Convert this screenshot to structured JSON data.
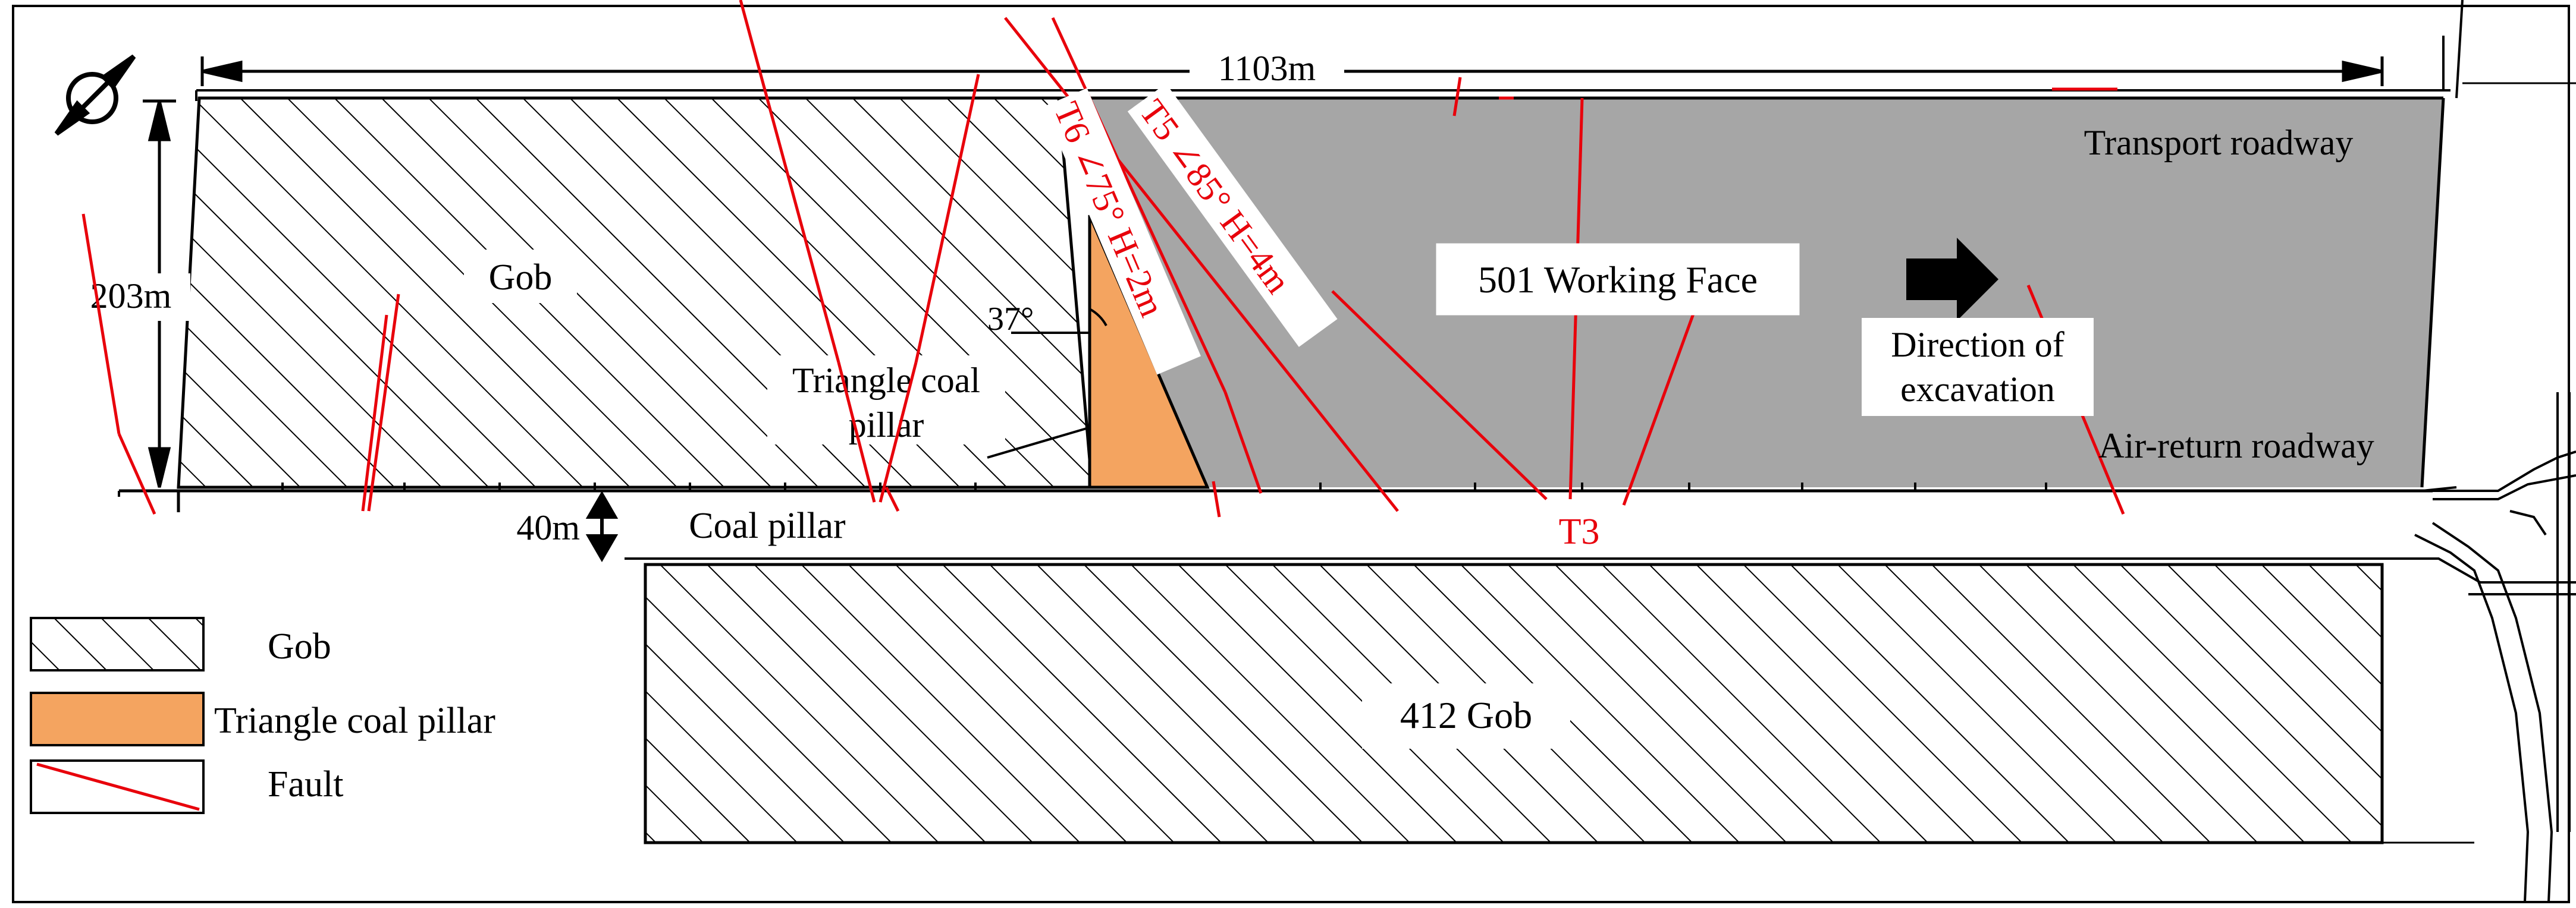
{
  "colors": {
    "line": "#000000",
    "gob_hatch": "#000000",
    "working_face": "#a6a6a6",
    "triangle_pillar": "#f4a460",
    "fault": "#e8000b",
    "fault_label": "#e8000b"
  },
  "icons": {
    "compass": "north-arrow-icon",
    "excavation_arrow": "right-arrow-icon"
  },
  "dimensions": {
    "length": "1103m",
    "width": "203m",
    "pillar_width": "40m",
    "angle": "37°"
  },
  "areas": {
    "gob_upper": "Gob",
    "working_face": "501 Working Face",
    "triangle_pillar_line1": "Triangle coal",
    "triangle_pillar_line2": "pillar",
    "coal_pillar": "Coal pillar",
    "gob_lower": "412 Gob"
  },
  "roadways": {
    "transport": "Transport roadway",
    "air_return": "Air-return roadway"
  },
  "direction": {
    "line1": "Direction of",
    "line2": "excavation"
  },
  "faults": {
    "t6_label": "T6  ∠75° H=2m",
    "t5_label": "T5  ∠85° H=4m",
    "t3_label": "T3"
  },
  "legend": {
    "items": [
      {
        "label": "Gob"
      },
      {
        "label": "Triangle coal pillar"
      },
      {
        "label": "Fault"
      }
    ]
  }
}
